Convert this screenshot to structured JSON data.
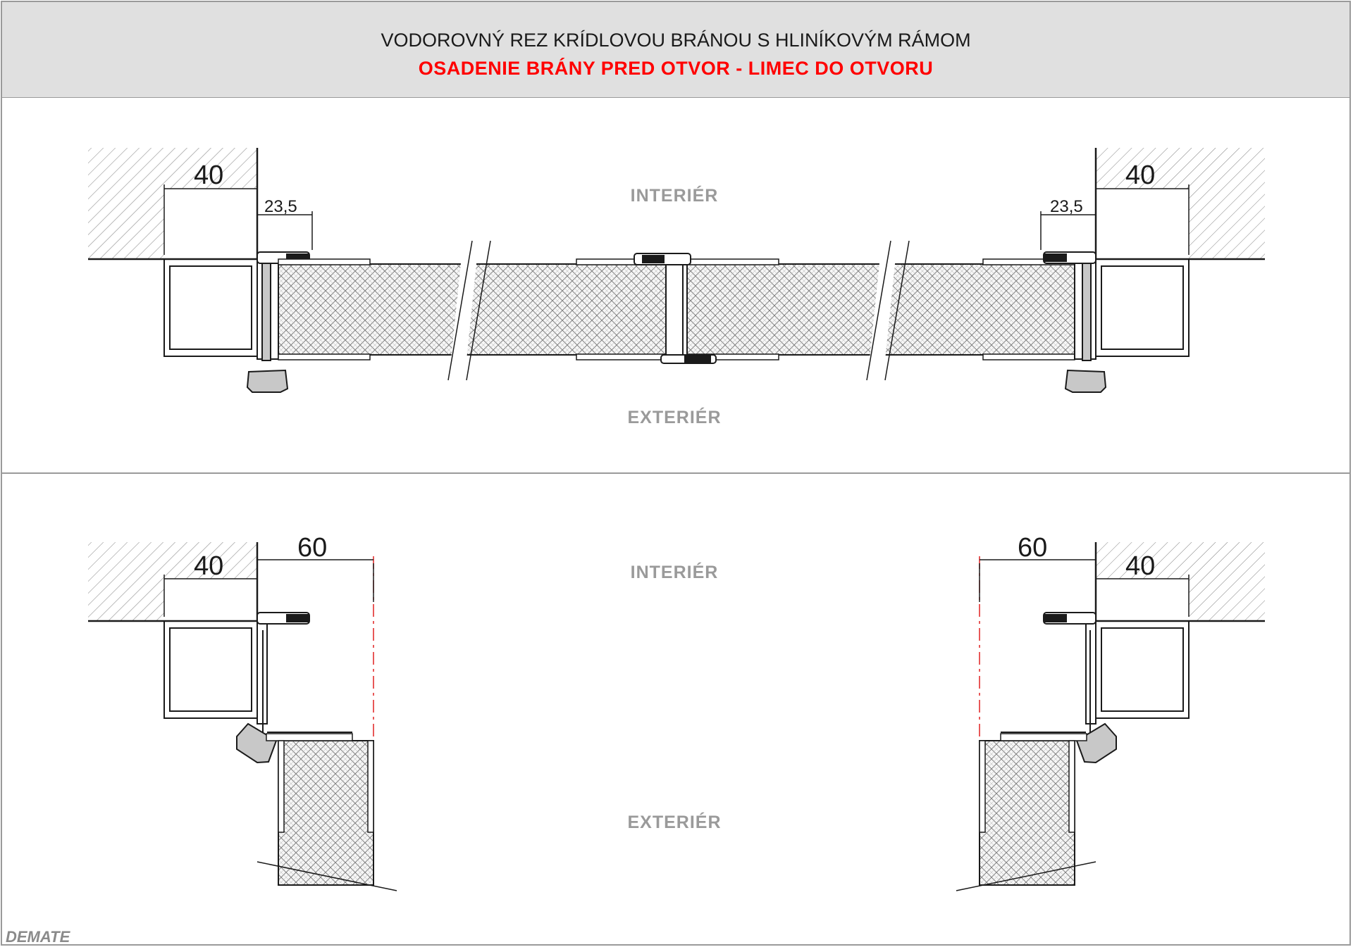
{
  "header": {
    "title": "VODOROVNÝ REZ KRÍDLOVOU BRÁNOU S HLINÍKOVÝM RÁMOM",
    "subtitle": "OSADENIE BRÁNY PRED OTVOR - LIMEC DO OTVORU"
  },
  "section_top": {
    "interior_label": "INTERIÉR",
    "exterior_label": "EXTERIÉR",
    "dim_left_40": "40",
    "dim_left_23_5": "23,5",
    "dim_right_40": "40",
    "dim_right_23_5": "23,5"
  },
  "section_bottom": {
    "interior_label": "INTERIÉR",
    "exterior_label": "EXTERIÉR",
    "dim_left_40": "40",
    "dim_left_60": "60",
    "dim_right_40": "40",
    "dim_right_60": "60"
  },
  "footer": {
    "logo": "DEMATE"
  },
  "colors": {
    "header_bg": "#e0e0e0",
    "title": "#1a1a1a",
    "subtitle": "#ff0000",
    "side_label": "#9a9a9a",
    "axis_line": "#e02020"
  }
}
